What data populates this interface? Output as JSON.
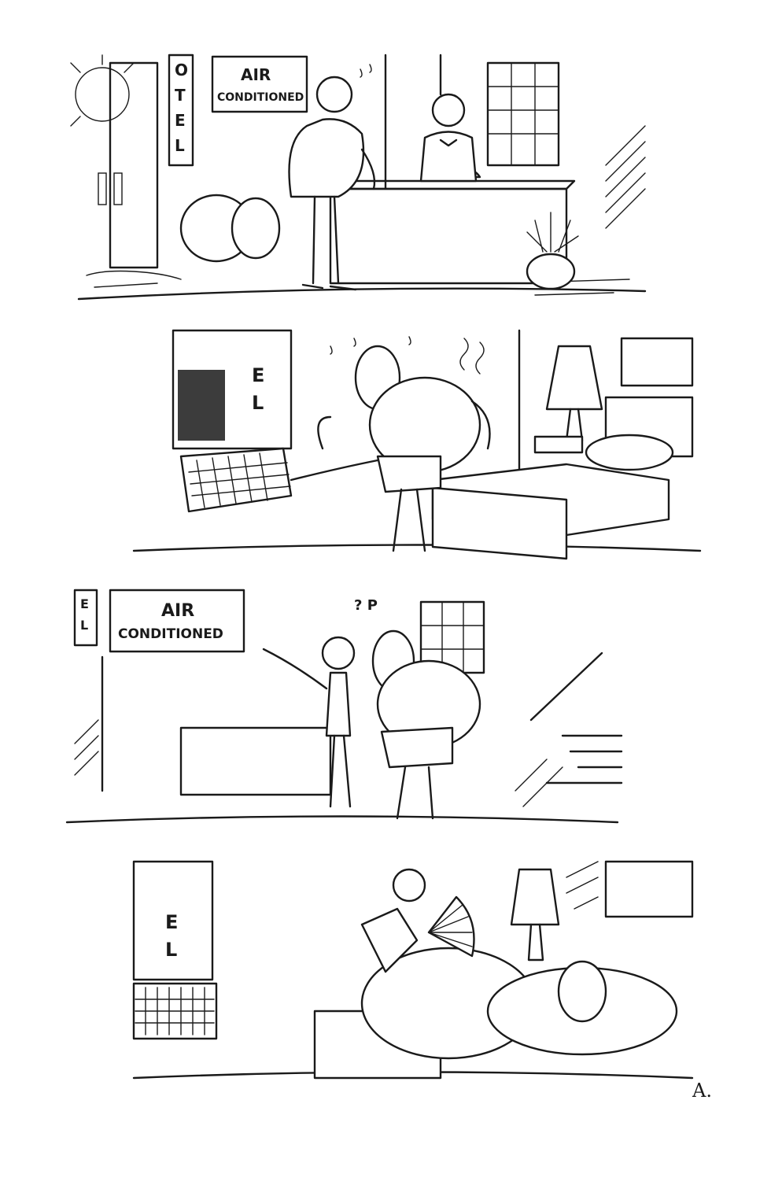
{
  "panels": [
    {
      "sign": {
        "line1": "AIR",
        "line2": "CONDITIONED"
      },
      "vertical_sign": [
        "O",
        "T",
        "E",
        "L"
      ]
    },
    {
      "window_sign": [
        "E",
        "L"
      ]
    },
    {
      "sign": {
        "line1": "AIR",
        "line2": "CONDITIONED"
      },
      "vertical_sign": [
        "E",
        "L"
      ],
      "exclaim": "? P"
    },
    {
      "window_sign": [
        "E",
        "L"
      ]
    }
  ],
  "signature": "A."
}
